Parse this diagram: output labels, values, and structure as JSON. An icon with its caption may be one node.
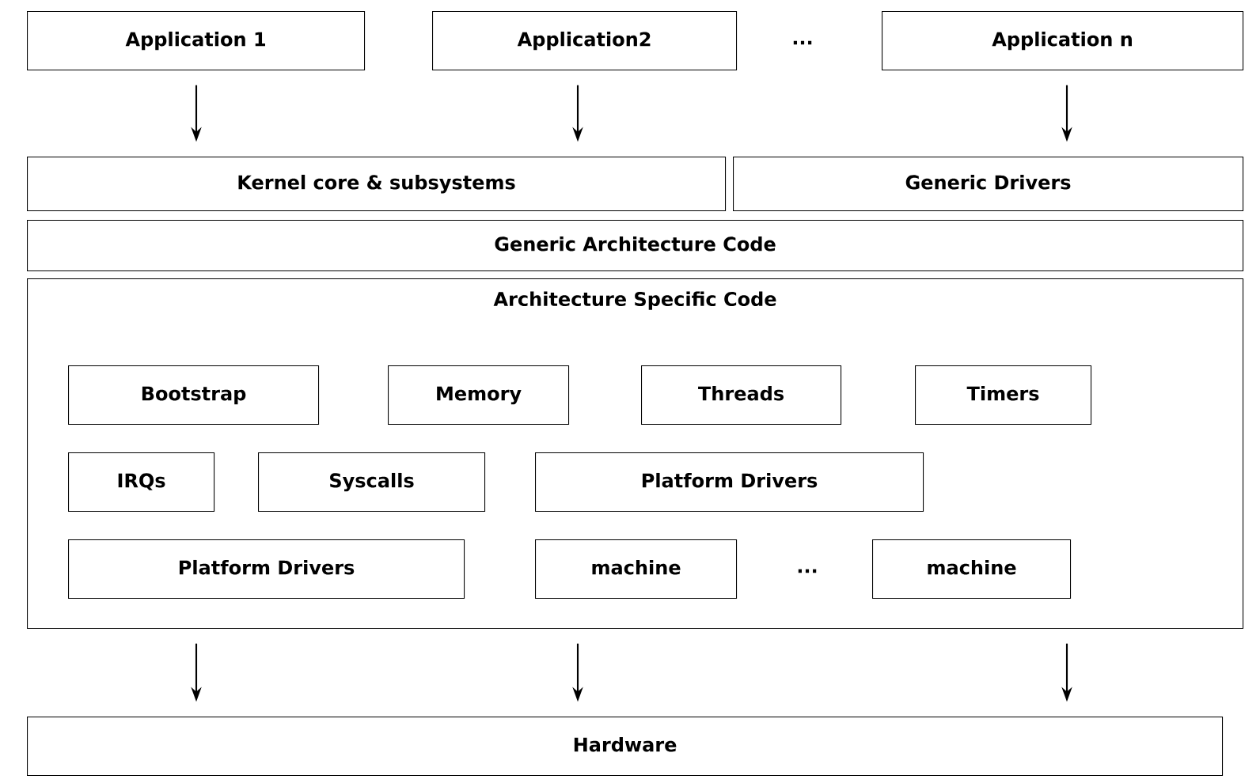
{
  "diagram": {
    "nodes": [
      {
        "text": [
          "Application 1"
        ]
      },
      {
        "text": [
          "Application2"
        ]
      },
      {
        "text": [
          "Application n"
        ]
      },
      {
        "text": [
          "Kernel core & subsystems"
        ]
      },
      {
        "text": [
          "Generic Drivers"
        ]
      },
      {
        "text": [
          "Generic Architecture Code"
        ]
      },
      {
        "text": [
          "Architecture Specific Code"
        ]
      },
      {
        "text": [
          "Bootstrap"
        ],
        "in": 6
      },
      {
        "text": [
          "Memory"
        ],
        "in": 6
      },
      {
        "text": [
          "Threads"
        ],
        "in": 6
      },
      {
        "text": [
          "Timers"
        ],
        "in": 6
      },
      {
        "text": [
          "IRQs"
        ],
        "in": 6
      },
      {
        "text": [
          "Syscalls"
        ],
        "in": 6
      },
      {
        "text": [
          "Platform Drivers"
        ],
        "in": 6
      },
      {
        "text": [
          "Platform Drivers"
        ],
        "in": 6
      },
      {
        "text": [
          "machine"
        ],
        "in": 6
      },
      {
        "text": [
          "machine"
        ],
        "in": 6
      },
      {
        "text": [
          "Hardware"
        ]
      }
    ],
    "edges": [
      {
        "from": 0,
        "to": 3,
        "arrow": "to"
      },
      {
        "from": 1,
        "to": 3,
        "arrow": "to"
      },
      {
        "from": 2,
        "to": 4,
        "arrow": "to"
      },
      {
        "from": 6,
        "to": 17,
        "arrow": "to"
      },
      {
        "from": 6,
        "to": 17,
        "arrow": "to"
      },
      {
        "from": 6,
        "to": 17,
        "arrow": "to"
      }
    ],
    "labels": [
      "...",
      "..."
    ]
  }
}
